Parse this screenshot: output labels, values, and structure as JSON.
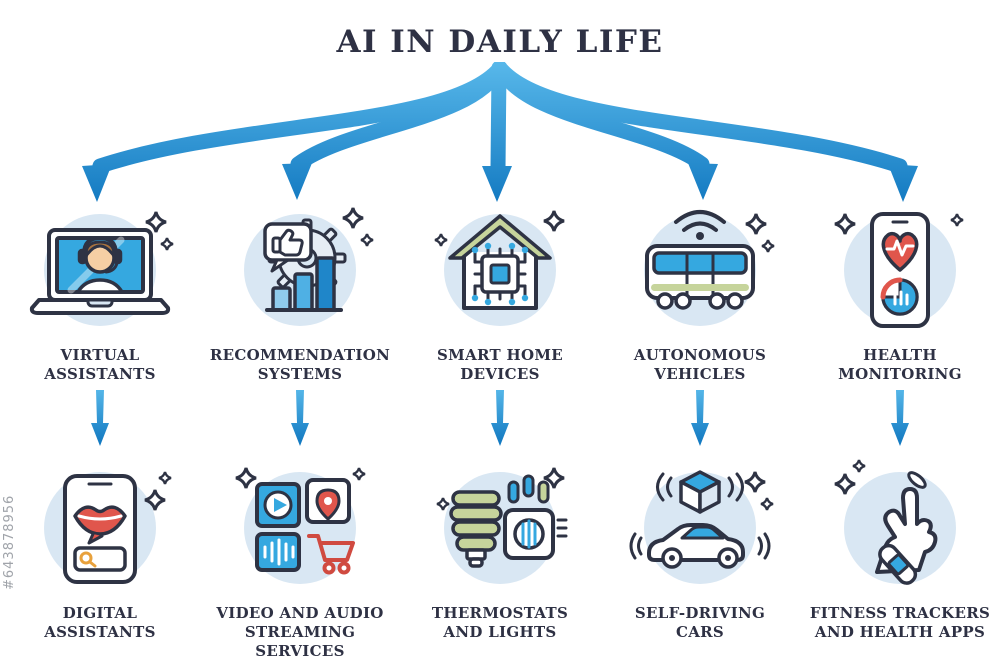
{
  "title": "AI IN DAILY LIFE",
  "watermark_id": "#643878956",
  "colors": {
    "outline": "#2e3344",
    "arrow_blue_light": "#55b6e8",
    "arrow_blue_dark": "#0f76bf",
    "circle_fill": "#d9e7f3",
    "accent_blue": "#35a8e0",
    "accent_green": "#c6d49b",
    "accent_red": "#e0564c",
    "title_color": "#2e3144"
  },
  "columns": [
    {
      "top": {
        "label": "VIRTUAL\nASSISTANTS",
        "icon": "virtual-assistants-icon"
      },
      "bottom": {
        "label": "DIGITAL\nASSISTANTS",
        "icon": "digital-assistants-icon"
      }
    },
    {
      "top": {
        "label": "RECOMMENDATION\nSYSTEMS",
        "icon": "recommendation-systems-icon"
      },
      "bottom": {
        "label": "VIDEO AND AUDIO\nSTREAMING SERVICES",
        "icon": "streaming-services-icon"
      }
    },
    {
      "top": {
        "label": "SMART HOME\nDEVICES",
        "icon": "smart-home-devices-icon"
      },
      "bottom": {
        "label": "THERMOSTATS\nAND LIGHTS",
        "icon": "thermostats-lights-icon"
      }
    },
    {
      "top": {
        "label": "AUTONOMOUS\nVEHICLES",
        "icon": "autonomous-vehicles-icon"
      },
      "bottom": {
        "label": "SELF-DRIVING\nCARS",
        "icon": "self-driving-cars-icon"
      }
    },
    {
      "top": {
        "label": "HEALTH\nMONITORING",
        "icon": "health-monitoring-icon"
      },
      "bottom": {
        "label": "FITNESS TRACKERS\nAND HEALTH APPS",
        "icon": "fitness-trackers-icon"
      }
    }
  ]
}
